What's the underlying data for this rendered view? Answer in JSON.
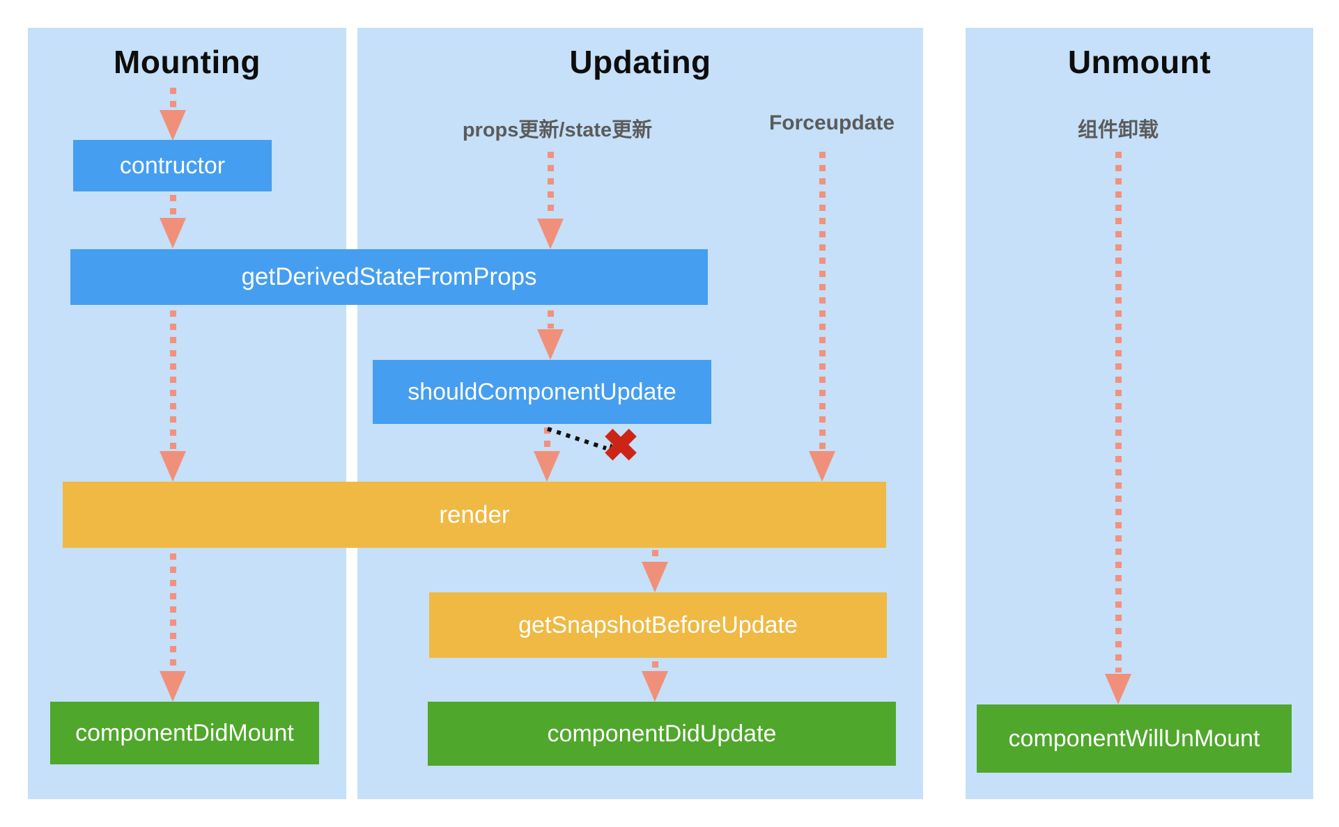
{
  "diagram": {
    "titles": {
      "mounting": "Mounting",
      "updating": "Updating",
      "unmount": "Unmount"
    },
    "triggers": {
      "props_state": "props更新/state更新",
      "forceupdate": "Forceupdate",
      "unmount_cn": "组件卸载"
    },
    "nodes": {
      "contructor": "contructor",
      "get_derived": "getDerivedStateFromProps",
      "should_update": "shouldComponentUpdate",
      "render": "render",
      "get_snapshot": "getSnapshotBeforeUpdate",
      "did_mount": "componentDidMount",
      "did_update": "componentDidUpdate",
      "will_unmount": "componentWillUnMount"
    },
    "icons": {
      "block_x": "✖"
    },
    "colors": {
      "panel_bg": "#C5E0F8",
      "lifecycle_blue": "#459EF0",
      "render_orange": "#EFB944",
      "commit_green": "#4FA72B",
      "arrow_salmon": "#F2917E",
      "block_red": "#CC2518",
      "trigger_gray": "#5B5B5B",
      "title_black": "#0d0d0d"
    },
    "edges": [
      {
        "from": "Mounting",
        "to": "contructor",
        "style": "salmon-dotted"
      },
      {
        "from": "contructor",
        "to": "getDerivedStateFromProps",
        "style": "salmon-dotted"
      },
      {
        "from": "getDerivedStateFromProps",
        "to": "render",
        "column": "Mounting",
        "style": "salmon-dotted"
      },
      {
        "from": "render",
        "to": "componentDidMount",
        "style": "salmon-dotted"
      },
      {
        "from": "props更新/state更新",
        "to": "getDerivedStateFromProps",
        "style": "salmon-dotted"
      },
      {
        "from": "getDerivedStateFromProps",
        "to": "shouldComponentUpdate",
        "style": "salmon-dotted"
      },
      {
        "from": "shouldComponentUpdate",
        "to": "render",
        "style": "salmon-dotted"
      },
      {
        "from": "shouldComponentUpdate",
        "to": "blocked-x",
        "style": "black-dotted"
      },
      {
        "from": "Forceupdate",
        "to": "render",
        "style": "salmon-dotted"
      },
      {
        "from": "render",
        "to": "getSnapshotBeforeUpdate",
        "style": "salmon-dotted"
      },
      {
        "from": "getSnapshotBeforeUpdate",
        "to": "componentDidUpdate",
        "style": "salmon-dotted"
      },
      {
        "from": "组件卸载",
        "to": "componentWillUnMount",
        "style": "salmon-dotted"
      }
    ]
  }
}
